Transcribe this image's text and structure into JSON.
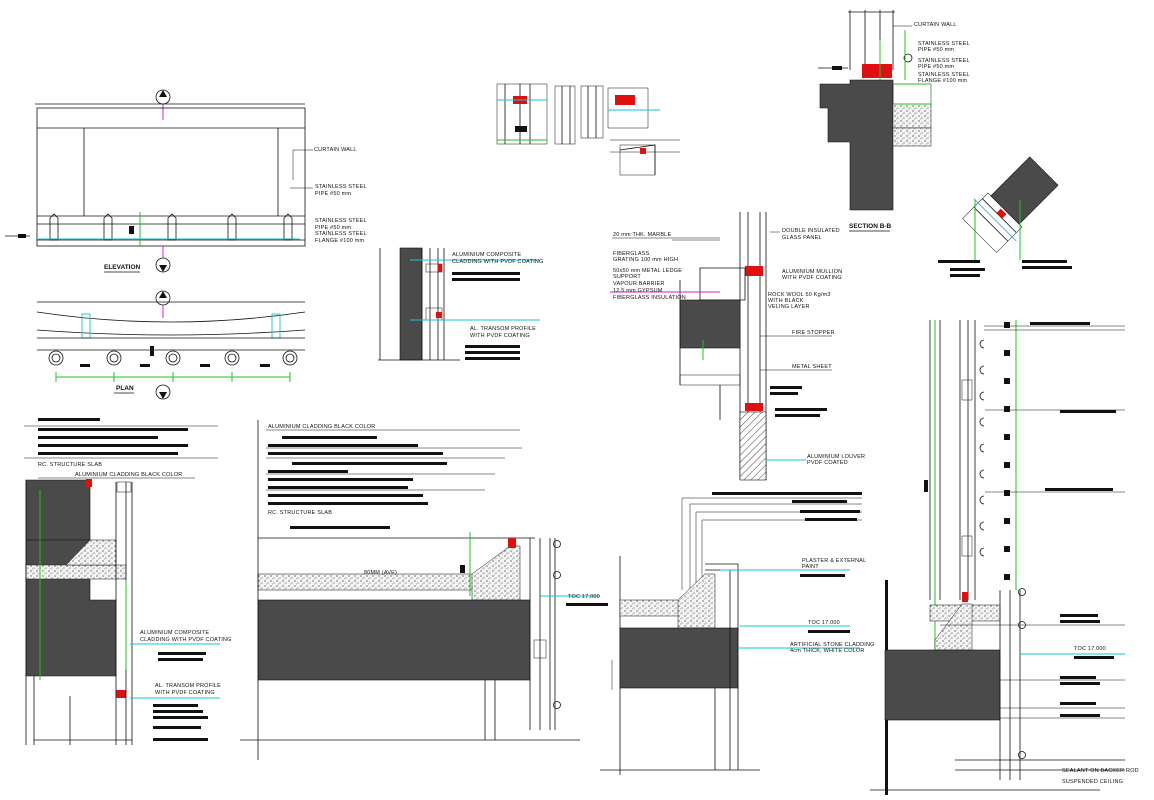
{
  "drawing": {
    "title": "Curtain wall and cladding details",
    "background": "#ffffff",
    "colors": {
      "annotation": "#11c5d6",
      "dimension": "#1fc21f",
      "axis": "#d91fd9",
      "fill": "#4a4a4a",
      "highlight": "#e01010"
    }
  },
  "elevation": {
    "view_title": "ELEVATION",
    "labels": {
      "curtain_wall": "CURTAIN WALL",
      "ss_pipe_1a": "STAINLESS STEEL",
      "ss_pipe_1b": "PIPE #50 mm",
      "ss_pipe_2a": "STAINLESS STEEL",
      "ss_pipe_2b": "PIPE #50 mm",
      "ss_flange_a": "STAINLESS STEEL",
      "ss_flange_b": "FLANGE  #100 mm"
    }
  },
  "plan": {
    "view_title": "PLAN"
  },
  "section_bb": {
    "view_title": "SECTION B-B",
    "labels": {
      "curtain_wall": "CURTAIN WALL",
      "ss1a": "STAINLESS STEEL",
      "ss1b": "PIPE #50 mm",
      "ss2a": "STAINLESS STEEL",
      "ss2b": "PIPE #50 mm",
      "ss3a": "STAINLESS STEEL",
      "ss3b": "FLANGE  #100 mm"
    }
  },
  "panel_detail": {
    "labels": {
      "acp_a": "ALUMINIUM COMPOSITE",
      "acp_b": "CLADDING WITH PVDF COATING",
      "transom_a": "AL. TRANSOM PROFILE",
      "transom_b": "WITH PVDF COATING"
    }
  },
  "marble_detail": {
    "labels": {
      "marble": "20 mm THK. MARBLE",
      "fiberglass_a": "FIBERGLASS",
      "fiberglass_b": "GRATING 100 mm HIGH",
      "ledge_a": "50x50 mm METAL LEDGE",
      "ledge_b": "SUPPORT",
      "vapour": "VAPOUR BARRIER",
      "gypsum": "12.5 mm GYPSUM",
      "insulation": "FIBERGLASS INSULATION",
      "dgu_a": "DOUBLE INSULATED",
      "dgu_b": "GLASS PANEL",
      "mullion_a": "ALUMINIUM MULLION",
      "mullion_b": "WITH PVDF COATING",
      "rockwool_a": "ROCK WOOL 50 Kg/m3",
      "rockwool_b": "WITH BLACK",
      "rockwool_c": "VELING LAYER",
      "fire": "FIRE STOPPER",
      "sheet": "METAL SHEET",
      "louver_a": "ALUMINIUM LOUVER",
      "louver_b": "PVDF COATED"
    }
  },
  "detail_left": {
    "labels": {
      "slab": "RC. STRUCTURE SLAB",
      "cladding": "ALUMINIUM CLADDING BLACK COLOR",
      "acp_a": "ALUMINIUM COMPOSITE",
      "acp_b": "CLADDING WITH PVDF COATING",
      "transom_a": "AL. TRANSOM PROFILE",
      "transom_b": "WITH PVDF COATING"
    }
  },
  "detail_mid": {
    "labels": {
      "cladding": "ALUMINIUM CLADDING BLACK COLOR",
      "slab": "RC. STRUCTURE SLAB",
      "dim": "80MM (AVE)",
      "toc": "TOC  17.000"
    }
  },
  "detail_right": {
    "labels": {
      "plaster_a": "PLASTER & EXTERNAL",
      "plaster_b": "PAINT",
      "toc": "TOC  17.000",
      "stone_a": "ARTIFICIAL STONE CLADDING",
      "stone_b": "4cm THICK, WHITE COLOR"
    }
  },
  "detail_far": {
    "labels": {
      "toc": "TOC  17.000",
      "sealant": "SEALANT ON BACKER ROD",
      "ceiling": "SUSPENDED CEILING"
    }
  }
}
